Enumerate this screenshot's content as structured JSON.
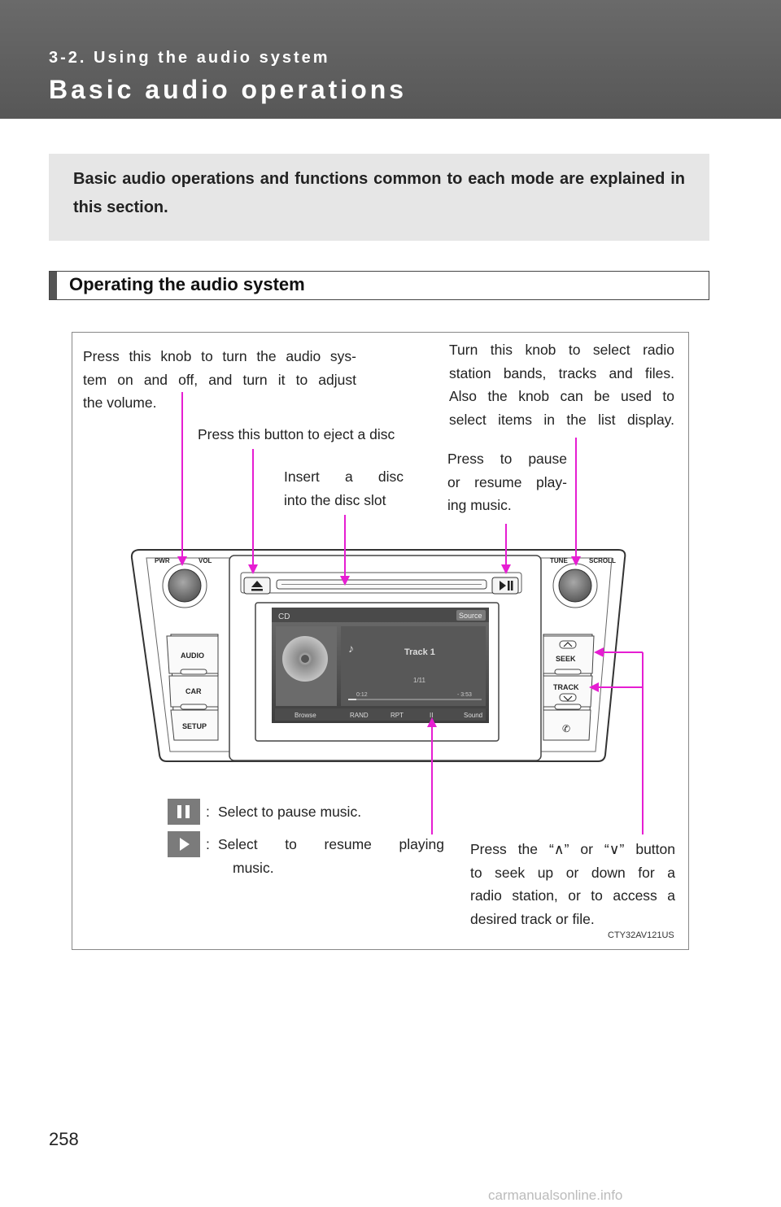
{
  "header": {
    "section": "3-2. Using the audio system",
    "title": "Basic audio operations"
  },
  "intro": "Basic audio operations and functions common to each mode are explained in this section.",
  "subheading": "Operating the audio system",
  "callouts": {
    "power_knob": [
      "Press this knob to turn the audio sys-",
      "tem on and off, and turn it to adjust",
      "the volume."
    ],
    "tune_knob": [
      "Turn this knob to select radio",
      "station bands, tracks and files.",
      "Also the knob can be used to",
      "select items in the list display."
    ],
    "eject": "Press this button to eject a disc",
    "disc_slot": [
      "Insert a disc",
      "into the disc slot"
    ],
    "pause_resume": [
      "Press to pause",
      "or resume play-",
      "ing music."
    ],
    "seek": [
      "Press the “∧” or “∨” button",
      "to seek up or down for a",
      "radio station, or to access a",
      "desired track or file."
    ]
  },
  "icon_legend": [
    {
      "icon": "pause-icon",
      "text": "Select to pause music."
    },
    {
      "icon": "play-icon",
      "text": [
        "Select to resume playing",
        "music."
      ]
    }
  ],
  "unit_labels": {
    "pwr": "PWR",
    "vol": "VOL",
    "tune": "TUNE",
    "scroll": "SCROLL",
    "audio": "AUDIO",
    "car": "CAR",
    "setup": "SETUP",
    "seek": "SEEK",
    "track": "TRACK"
  },
  "screen": {
    "mode": "CD",
    "source": "Source",
    "track": "Track 1",
    "track_count": "1/11",
    "elapsed": "0:12",
    "remaining": "- 3:53",
    "buttons": [
      "Browse",
      "RAND",
      "RPT",
      "II",
      "Sound"
    ]
  },
  "figure_code": "CTY32AV121US",
  "page_number": "258",
  "watermark": "carmanualsonline.info",
  "colors": {
    "header_bg": "#5f5f5f",
    "intro_bg": "#e6e6e6",
    "callout_line": "#e61ed2"
  }
}
